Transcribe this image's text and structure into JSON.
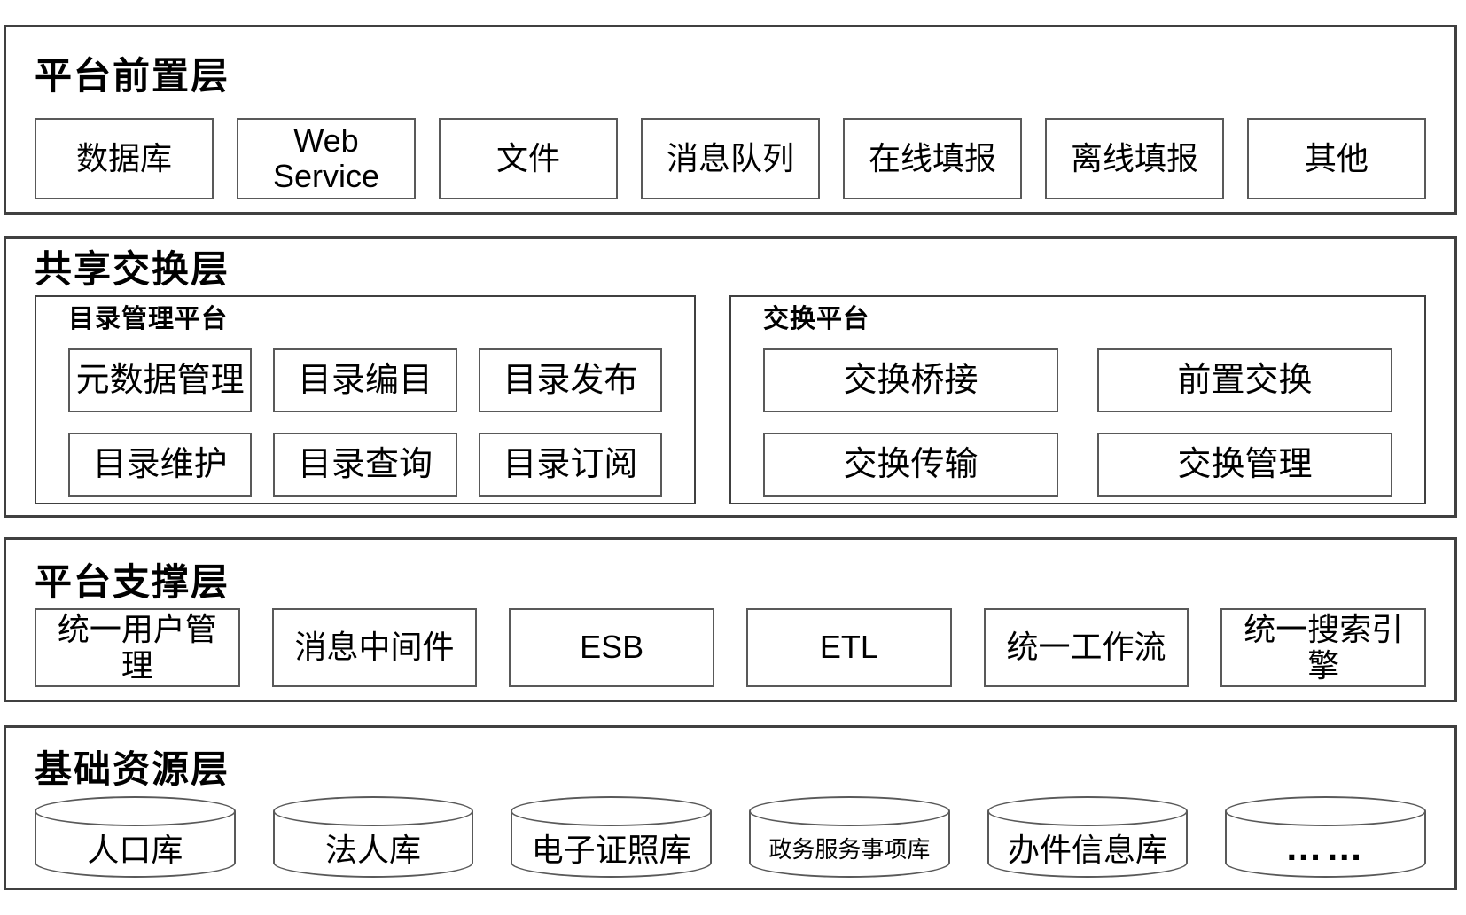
{
  "colors": {
    "outer_border": "#404040",
    "inner_border": "#595959",
    "text": "#000000",
    "background": "#ffffff"
  },
  "layers": {
    "front": {
      "title": "平台前置层",
      "boxes": [
        "数据库",
        "Web Service",
        "文件",
        "消息队列",
        "在线填报",
        "离线填报",
        "其他"
      ]
    },
    "exchange": {
      "title": "共享交换层",
      "catalog_panel": {
        "title": "目录管理平台",
        "boxes": [
          "元数据管理",
          "目录编目",
          "目录发布",
          "目录维护",
          "目录查询",
          "目录订阅"
        ]
      },
      "exchange_panel": {
        "title": "交换平台",
        "boxes": [
          "交换桥接",
          "前置交换",
          "交换传输",
          "交换管理"
        ]
      }
    },
    "support": {
      "title": "平台支撑层",
      "boxes": [
        "统一用户管理",
        "消息中间件",
        "ESB",
        "ETL",
        "统一工作流",
        "统一搜索引擎"
      ]
    },
    "resource": {
      "title": "基础资源层",
      "cylinders": [
        "人口库",
        "法人库",
        "电子证照库",
        "政务服务事项库",
        "办件信息库",
        "……"
      ]
    }
  }
}
